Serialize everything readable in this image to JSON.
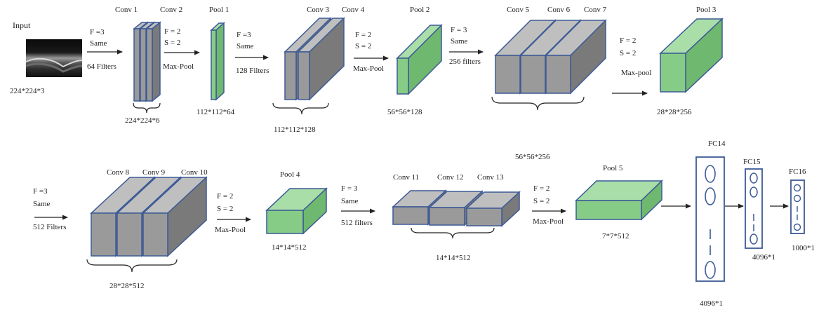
{
  "colors": {
    "conv": "#9a9a9a",
    "pool": "#86cc86",
    "edge": "#3c5a96",
    "arrow": "#222222",
    "text": "#222222"
  },
  "input": {
    "title": "Input",
    "size": "224*224*3"
  },
  "row1": {
    "s1": {
      "l1": "F =3",
      "l2": "Same",
      "l3": "64 Filters"
    },
    "conv12": {
      "name1": "Conv 1",
      "name2": "Conv 2",
      "size": "224*224*6"
    },
    "s2": {
      "l1": "F = 2",
      "l2": "S = 2",
      "l3": "Max-Pool"
    },
    "pool1": {
      "name": "Pool 1",
      "size": "112*112*64"
    },
    "s3": {
      "l1": "F =3",
      "l2": "Same",
      "l3": "128 Filters"
    },
    "conv34": {
      "name1": "Conv 3",
      "name2": "Conv 4",
      "size": "112*112*128"
    },
    "s4": {
      "l1": "F = 2",
      "l2": "S = 2",
      "l3": "Max-Pool"
    },
    "pool2": {
      "name": "Pool 2",
      "size": "56*56*128"
    },
    "s5": {
      "l1": "F = 3",
      "l2": "Same",
      "l3": "256 filters"
    },
    "conv567": {
      "name1": "Conv 5",
      "name2": "Conv 6",
      "name3": "Conv 7",
      "size": "56*56*256"
    },
    "s6": {
      "l1": "F = 2",
      "l2": "S = 2",
      "l3": "Max-pool"
    },
    "pool3": {
      "name": "Pool 3",
      "size": "28*28*256"
    }
  },
  "row2": {
    "s1": {
      "l1": "F =3",
      "l2": "Same",
      "l3": "512 Filters"
    },
    "conv8910": {
      "name1": "Conv 8",
      "name2": "Conv 9",
      "name3": "Conv 10",
      "size": "28*28*512"
    },
    "s2": {
      "l1": "F = 2",
      "l2": "S = 2",
      "l3": "Max-Pool"
    },
    "pool4": {
      "name": "Pool 4",
      "size": "14*14*512"
    },
    "s3": {
      "l1": "F = 3",
      "l2": "Same",
      "l3": "512 filters"
    },
    "conv111213": {
      "name1": "Conv 11",
      "name2": "Conv 12",
      "name3": "Conv 13",
      "size": "14*14*512"
    },
    "s4": {
      "l1": "F = 2",
      "l2": "S = 2",
      "l3": "Max-Pool"
    },
    "pool5": {
      "name": "Pool 5",
      "size": "7*7*512"
    },
    "fc14": {
      "name": "FC14",
      "size": "4096*1"
    },
    "fc15": {
      "name": "FC15",
      "size": "4096*1"
    },
    "fc16": {
      "name": "FC16",
      "size": "1000*1"
    }
  }
}
